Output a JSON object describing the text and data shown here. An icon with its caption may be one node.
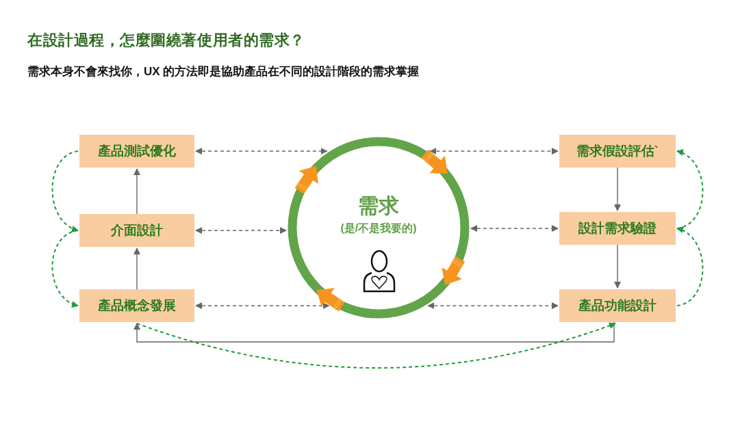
{
  "diagram": {
    "title": "在設計過程，怎麼圍繞著使用者的需求？",
    "caption": "需求本身不會來找你，UX 的方法即是協助產品在不同的設計階段的需求掌握",
    "nodes": [
      {
        "text": [
          "產品測試優化"
        ]
      },
      {
        "text": [
          "介面設計"
        ]
      },
      {
        "text": [
          "產品概念發展"
        ]
      },
      {
        "text": [
          "需求",
          "(是/不是我要的)"
        ]
      },
      {
        "text": [
          "需求假設評估`"
        ]
      },
      {
        "text": [
          "設計需求驗證"
        ]
      },
      {
        "text": [
          "產品功能設計"
        ]
      }
    ],
    "edges": [
      {
        "from": 0,
        "to": 3,
        "arrow": "both",
        "style": "dashed"
      },
      {
        "from": 1,
        "to": 3,
        "arrow": "both",
        "style": "dashed"
      },
      {
        "from": 2,
        "to": 3,
        "arrow": "both",
        "style": "dashed"
      },
      {
        "from": 3,
        "to": 4,
        "arrow": "both",
        "style": "dashed"
      },
      {
        "from": 3,
        "to": 5,
        "arrow": "both",
        "style": "dashed"
      },
      {
        "from": 3,
        "to": 6,
        "arrow": "both",
        "style": "dashed"
      },
      {
        "from": 2,
        "to": 1,
        "arrow": "to"
      },
      {
        "from": 1,
        "to": 0,
        "arrow": "to"
      },
      {
        "from": 4,
        "to": 5,
        "arrow": "to"
      },
      {
        "from": 5,
        "to": 6,
        "arrow": "to"
      },
      {
        "from": 6,
        "to": 2,
        "arrow": "to"
      },
      {
        "from": 0,
        "to": 1,
        "arrow": "to",
        "style": "dashed",
        "color": "#1e9b3c"
      },
      {
        "from": 1,
        "to": 2,
        "arrow": "to",
        "style": "dashed",
        "color": "#1e9b3c"
      },
      {
        "from": 5,
        "to": 4,
        "arrow": "to",
        "style": "dashed",
        "color": "#1e9b3c"
      },
      {
        "from": 6,
        "to": 5,
        "arrow": "to",
        "style": "dashed",
        "color": "#1e9b3c"
      },
      {
        "from": 2,
        "to": 6,
        "arrow": "to",
        "style": "dashed",
        "color": "#1e9b3c"
      }
    ]
  }
}
